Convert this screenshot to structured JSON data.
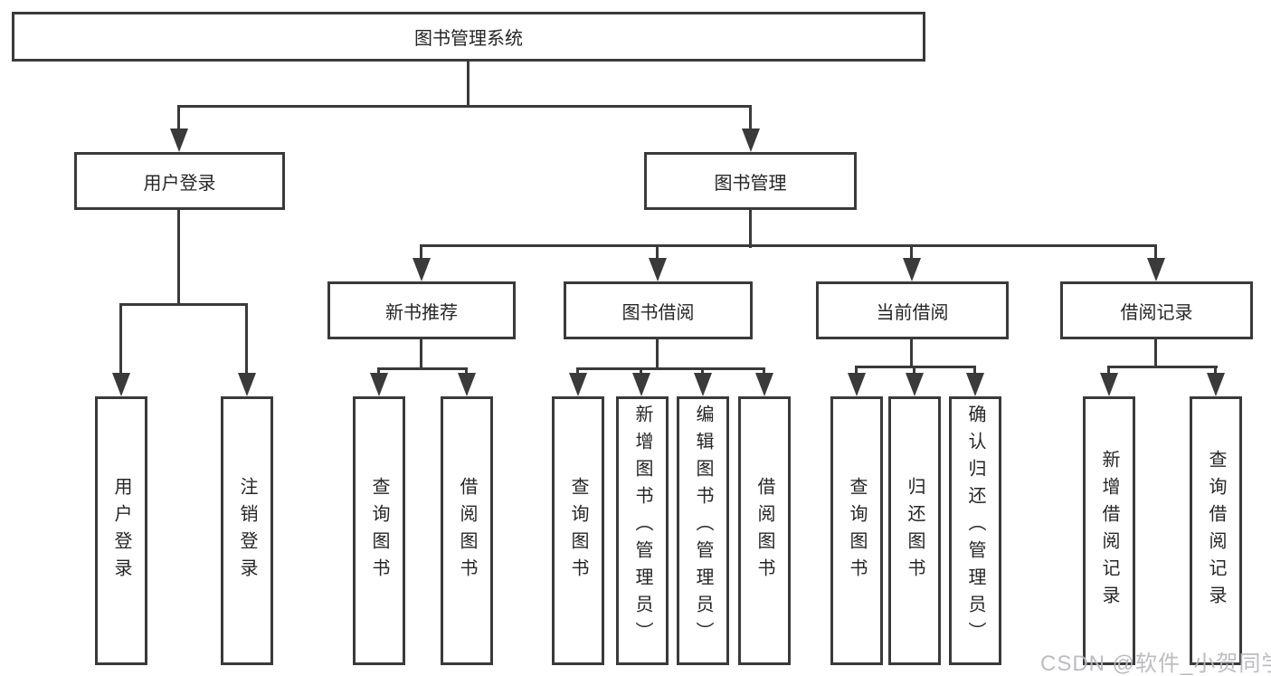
{
  "diagram": {
    "background": "#ffffff",
    "line_color": "#3a3a3a",
    "text_color": "#262626",
    "root": {
      "label": "图书管理系统"
    },
    "branches": [
      {
        "label": "用户登录",
        "children": [
          {
            "label": "用户登录"
          },
          {
            "label": "注销登录"
          }
        ]
      },
      {
        "label": "图书管理",
        "children": [
          {
            "label": "新书推荐",
            "children": [
              {
                "label": "查询图书"
              },
              {
                "label": "借阅图书"
              }
            ]
          },
          {
            "label": "图书借阅",
            "children": [
              {
                "label": "查询图书"
              },
              {
                "label": "新增图书（管理员）"
              },
              {
                "label": "编辑图书（管理员）"
              },
              {
                "label": "借阅图书"
              }
            ]
          },
          {
            "label": "当前借阅",
            "children": [
              {
                "label": "查询图书"
              },
              {
                "label": "归还图书"
              },
              {
                "label": "确认归还（管理员）"
              }
            ]
          },
          {
            "label": "借阅记录",
            "children": [
              {
                "label": "新增借阅记录"
              },
              {
                "label": "查询借阅记录"
              }
            ]
          }
        ]
      }
    ]
  },
  "watermark": {
    "text": "CSDN @软件_小贺同学",
    "color": "#b8b8be"
  }
}
